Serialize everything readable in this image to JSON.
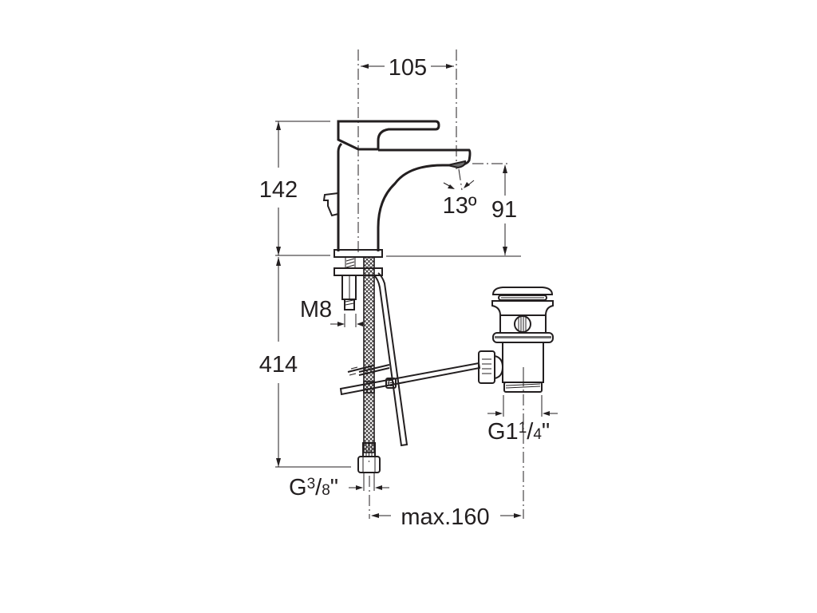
{
  "drawing": {
    "title": "Basin mixer with pop-up waste - dimensional drawing",
    "units": "mm",
    "line_color": "#231f20",
    "background": "#ffffff"
  },
  "dimensions": {
    "spout_reach": {
      "value": "105"
    },
    "mixer_height": {
      "value": "142"
    },
    "spout_height": {
      "value": "91"
    },
    "spout_angle": {
      "value": "13º"
    },
    "stud_thread": {
      "value": "M8"
    },
    "hose_length": {
      "value": "414"
    },
    "hose_connection": {
      "prefix": "G",
      "num": "3",
      "slash": "/",
      "den": "8",
      "suffix": "\""
    },
    "waste_connection": {
      "prefix": "G1",
      "num": "1",
      "slash": "/",
      "den": "4",
      "suffix": "\""
    },
    "waste_offset": {
      "value": "max.160"
    }
  },
  "components": [
    {
      "name": "single-lever mixer body"
    },
    {
      "name": "lever handle"
    },
    {
      "name": "spout with aerator"
    },
    {
      "name": "pop-up control rod knob"
    },
    {
      "name": "mounting nut and washer"
    },
    {
      "name": "M8 threaded stud"
    },
    {
      "name": "braided flexible hose"
    },
    {
      "name": "pop-up linkage rods"
    },
    {
      "name": "pop-up waste with plug"
    }
  ]
}
